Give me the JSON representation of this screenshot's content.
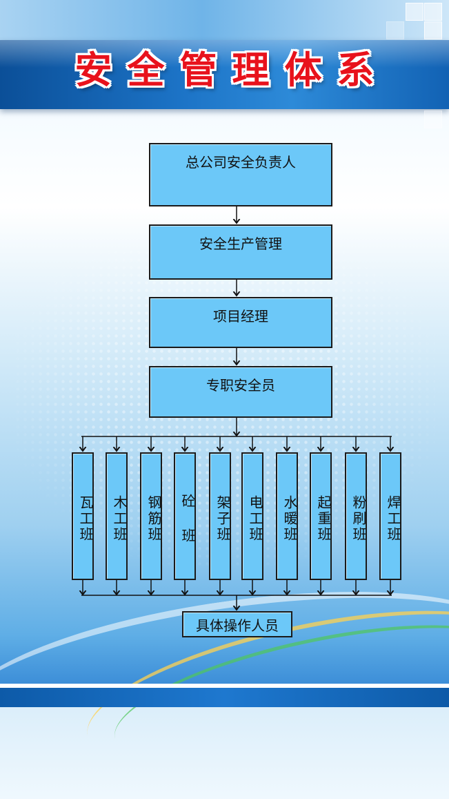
{
  "title": "安全管理体系",
  "hierarchy": [
    {
      "label": "总公司安全负责人"
    },
    {
      "label": "安全生产管理"
    },
    {
      "label": "项目经理"
    },
    {
      "label": "专职安全员"
    }
  ],
  "teams": [
    {
      "label": "瓦工班"
    },
    {
      "label": "木工班"
    },
    {
      "label": "钢筋班"
    },
    {
      "label": "砼 班"
    },
    {
      "label": "架子班"
    },
    {
      "label": "电工班"
    },
    {
      "label": "水暖班"
    },
    {
      "label": "起重班"
    },
    {
      "label": "粉刷班"
    },
    {
      "label": "焊工班"
    }
  ],
  "final": {
    "label": "具体操作人员"
  },
  "colors": {
    "box_fill": "#6cc8f8",
    "title_red": "#e8121c",
    "title_bar_blue": "#1c73c6"
  }
}
